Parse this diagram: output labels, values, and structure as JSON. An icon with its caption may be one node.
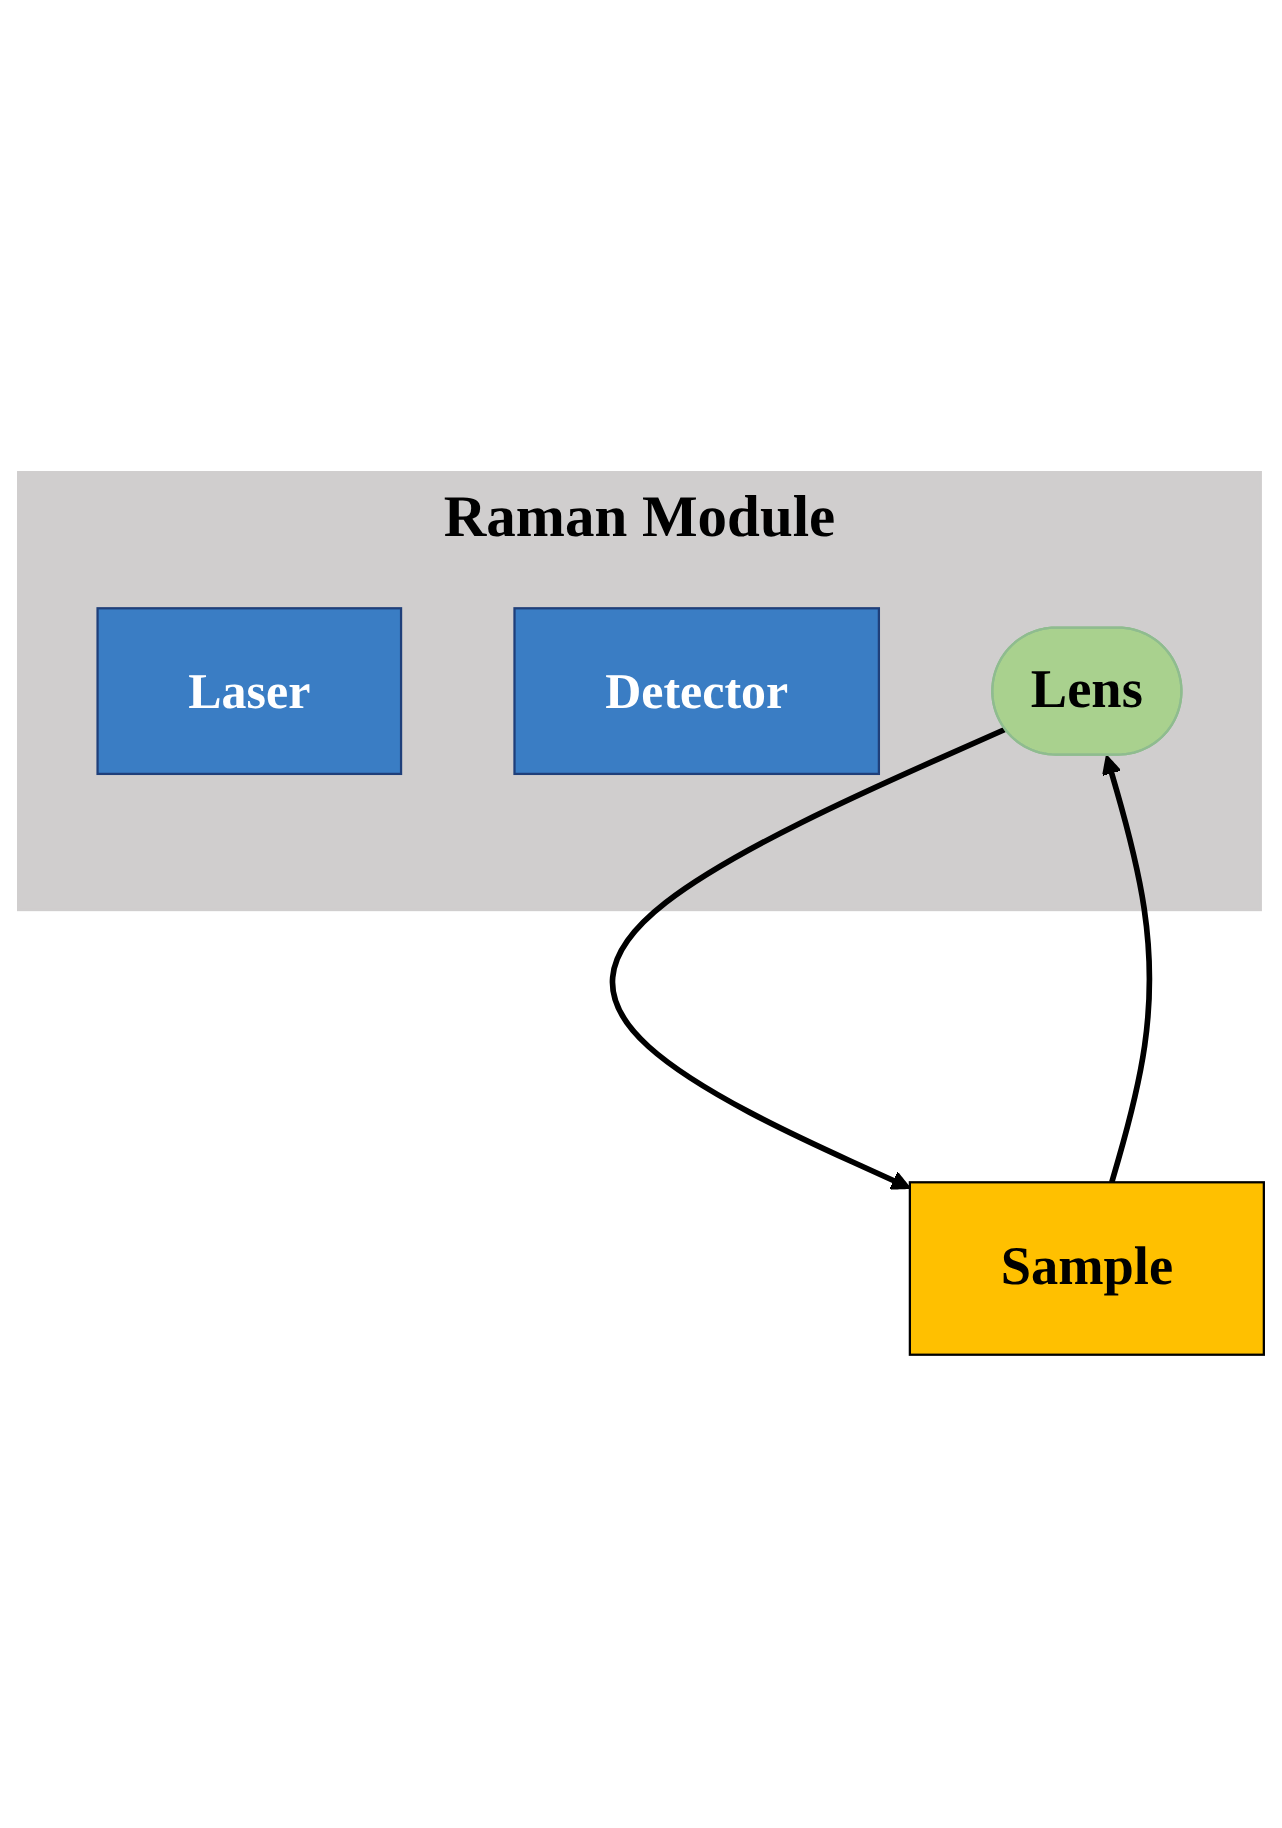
{
  "diagram": {
    "nodes": [
      {
        "text": [
          "Raman Module"
        ]
      },
      {
        "text": [
          "Laser"
        ],
        "in": 0
      },
      {
        "text": [
          "Detector"
        ],
        "in": 0
      },
      {
        "text": [
          "Lens"
        ],
        "in": 0
      },
      {
        "text": [
          "Sample"
        ]
      }
    ],
    "edges": [
      {
        "from": 3,
        "to": 4,
        "arrow": "to"
      },
      {
        "from": 4,
        "to": 3,
        "arrow": "to"
      }
    ]
  }
}
